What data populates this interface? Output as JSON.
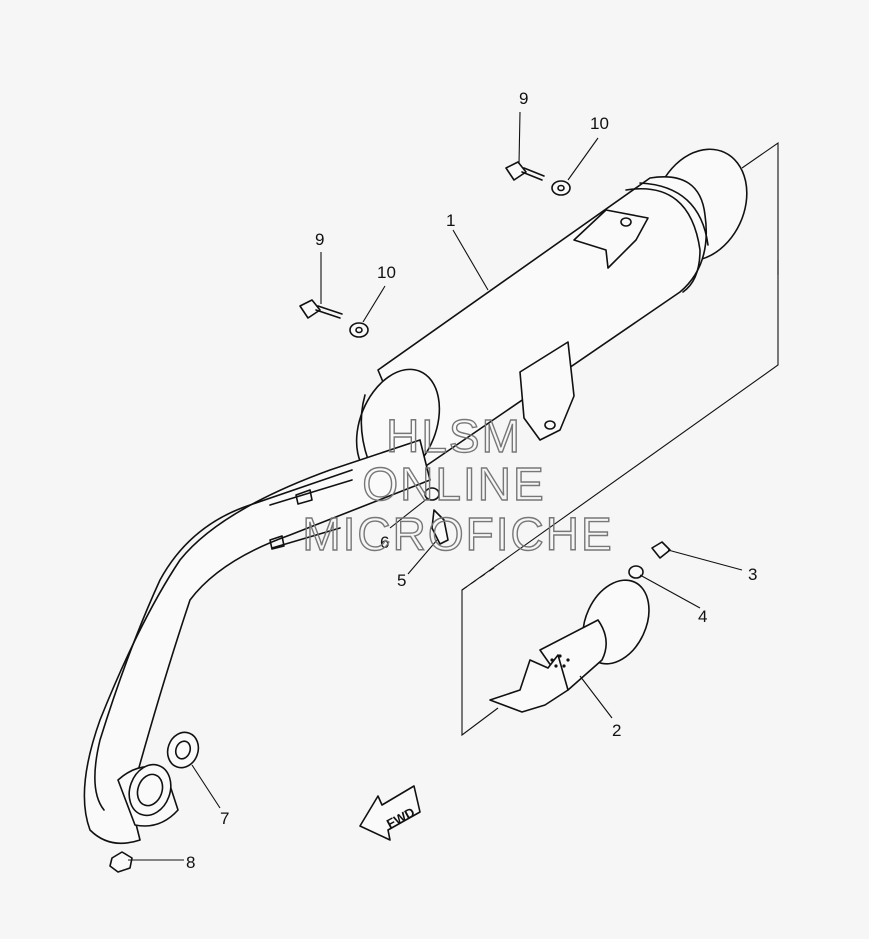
{
  "diagram": {
    "callouts": [
      {
        "id": "c1",
        "label": "1"
      },
      {
        "id": "c2",
        "label": "2"
      },
      {
        "id": "c3",
        "label": "3"
      },
      {
        "id": "c4",
        "label": "4"
      },
      {
        "id": "c5",
        "label": "5"
      },
      {
        "id": "c6",
        "label": "6"
      },
      {
        "id": "c7",
        "label": "7"
      },
      {
        "id": "c8",
        "label": "8"
      },
      {
        "id": "c9a",
        "label": "9"
      },
      {
        "id": "c9b",
        "label": "9"
      },
      {
        "id": "c10a",
        "label": "10"
      },
      {
        "id": "c10b",
        "label": "10"
      }
    ],
    "direction_arrow": "FWD"
  },
  "watermark": {
    "line1": "HLSM",
    "line2": "ONLINE",
    "line3": "MICROFICHE"
  },
  "colors": {
    "background": "#f6f6f6",
    "linework": "#111111",
    "watermark": "#777777"
  }
}
